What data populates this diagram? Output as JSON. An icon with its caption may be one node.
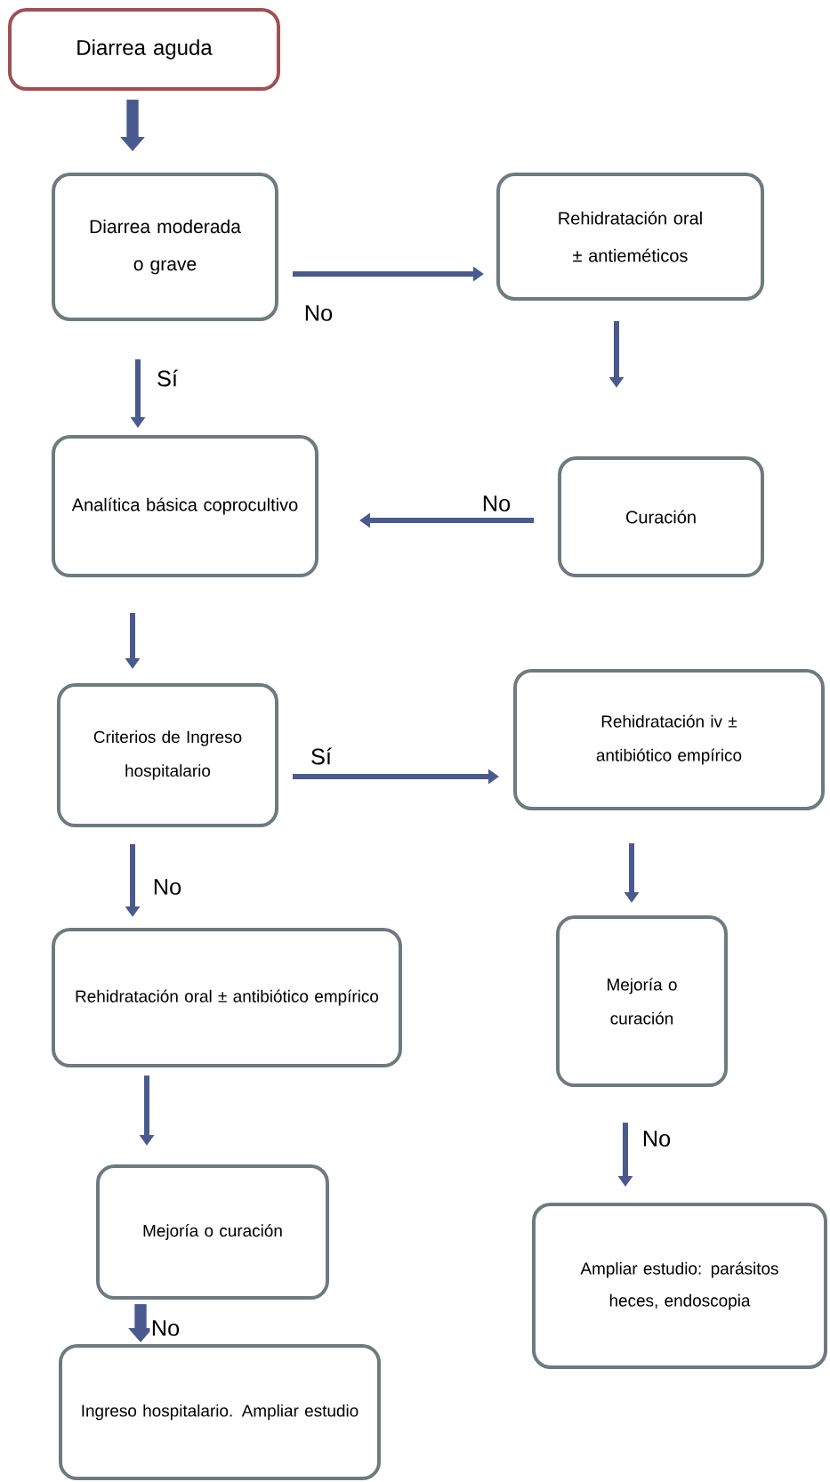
{
  "diagram": {
    "nodes": [
      {
        "text": [
          "Diarrea aguda"
        ]
      },
      {
        "text": [
          "Diarrea moderada o grave"
        ]
      },
      {
        "text": [
          "Rehidratación oral ± antieméticos"
        ]
      },
      {
        "text": [
          "Analítica básica coprocultivo"
        ]
      },
      {
        "text": [
          "Curación"
        ]
      },
      {
        "text": [
          "Criterios de Ingreso hospitalario"
        ]
      },
      {
        "text": [
          "Rehidratación iv ± antibiótico empírico"
        ]
      },
      {
        "text": [
          "Rehidratación oral ± antibiótico empírico"
        ]
      },
      {
        "text": [
          "Mejoría o curación"
        ]
      },
      {
        "text": [
          "Mejoría o curación"
        ]
      },
      {
        "text": [
          "Ampliar estudio: parásitos heces, endoscopia"
        ]
      },
      {
        "text": [
          "Ingreso hospitalario. Ampliar estudio"
        ]
      }
    ],
    "edges": [
      {
        "from": 0,
        "to": 1,
        "arrow": "to",
        "style": "thick"
      },
      {
        "from": 1,
        "to": 2,
        "arrow": "to",
        "label": "No"
      },
      {
        "from": 1,
        "to": 3,
        "arrow": "to",
        "label": "Sí"
      },
      {
        "from": 2,
        "to": 4,
        "arrow": "to"
      },
      {
        "from": 4,
        "to": 3,
        "arrow": "to",
        "label": "No"
      },
      {
        "from": 3,
        "to": 5,
        "arrow": "to"
      },
      {
        "from": 5,
        "to": 6,
        "arrow": "to",
        "label": "Sí"
      },
      {
        "from": 5,
        "to": 7,
        "arrow": "to",
        "label": "No"
      },
      {
        "from": 6,
        "to": 8,
        "arrow": "to"
      },
      {
        "from": 7,
        "to": 9,
        "arrow": "to"
      },
      {
        "from": 8,
        "to": 10,
        "arrow": "to",
        "label": "No"
      },
      {
        "from": 9,
        "to": 11,
        "arrow": "to",
        "label": "No",
        "style": "thick"
      }
    ]
  }
}
